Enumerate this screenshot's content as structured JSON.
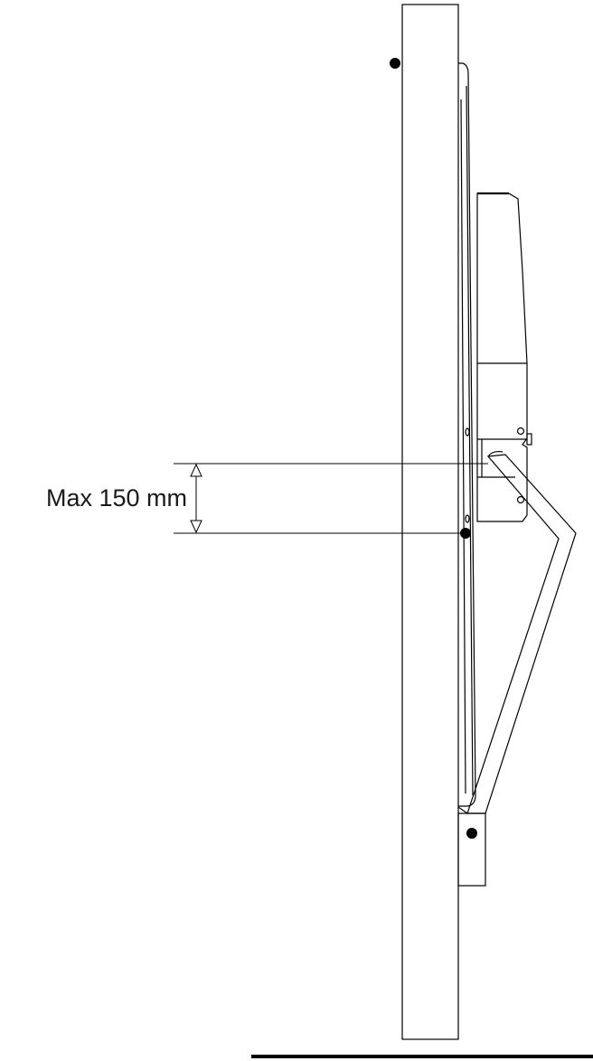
{
  "diagram": {
    "dimension_label": "Max 150 mm",
    "colors": {
      "line": "#000000",
      "marker": "#000000",
      "background": "#ffffff"
    },
    "elements": [
      "wall",
      "display-panel",
      "rear-housing",
      "support-arm",
      "bottom-bracket",
      "floor-line",
      "dimension-marker"
    ]
  }
}
